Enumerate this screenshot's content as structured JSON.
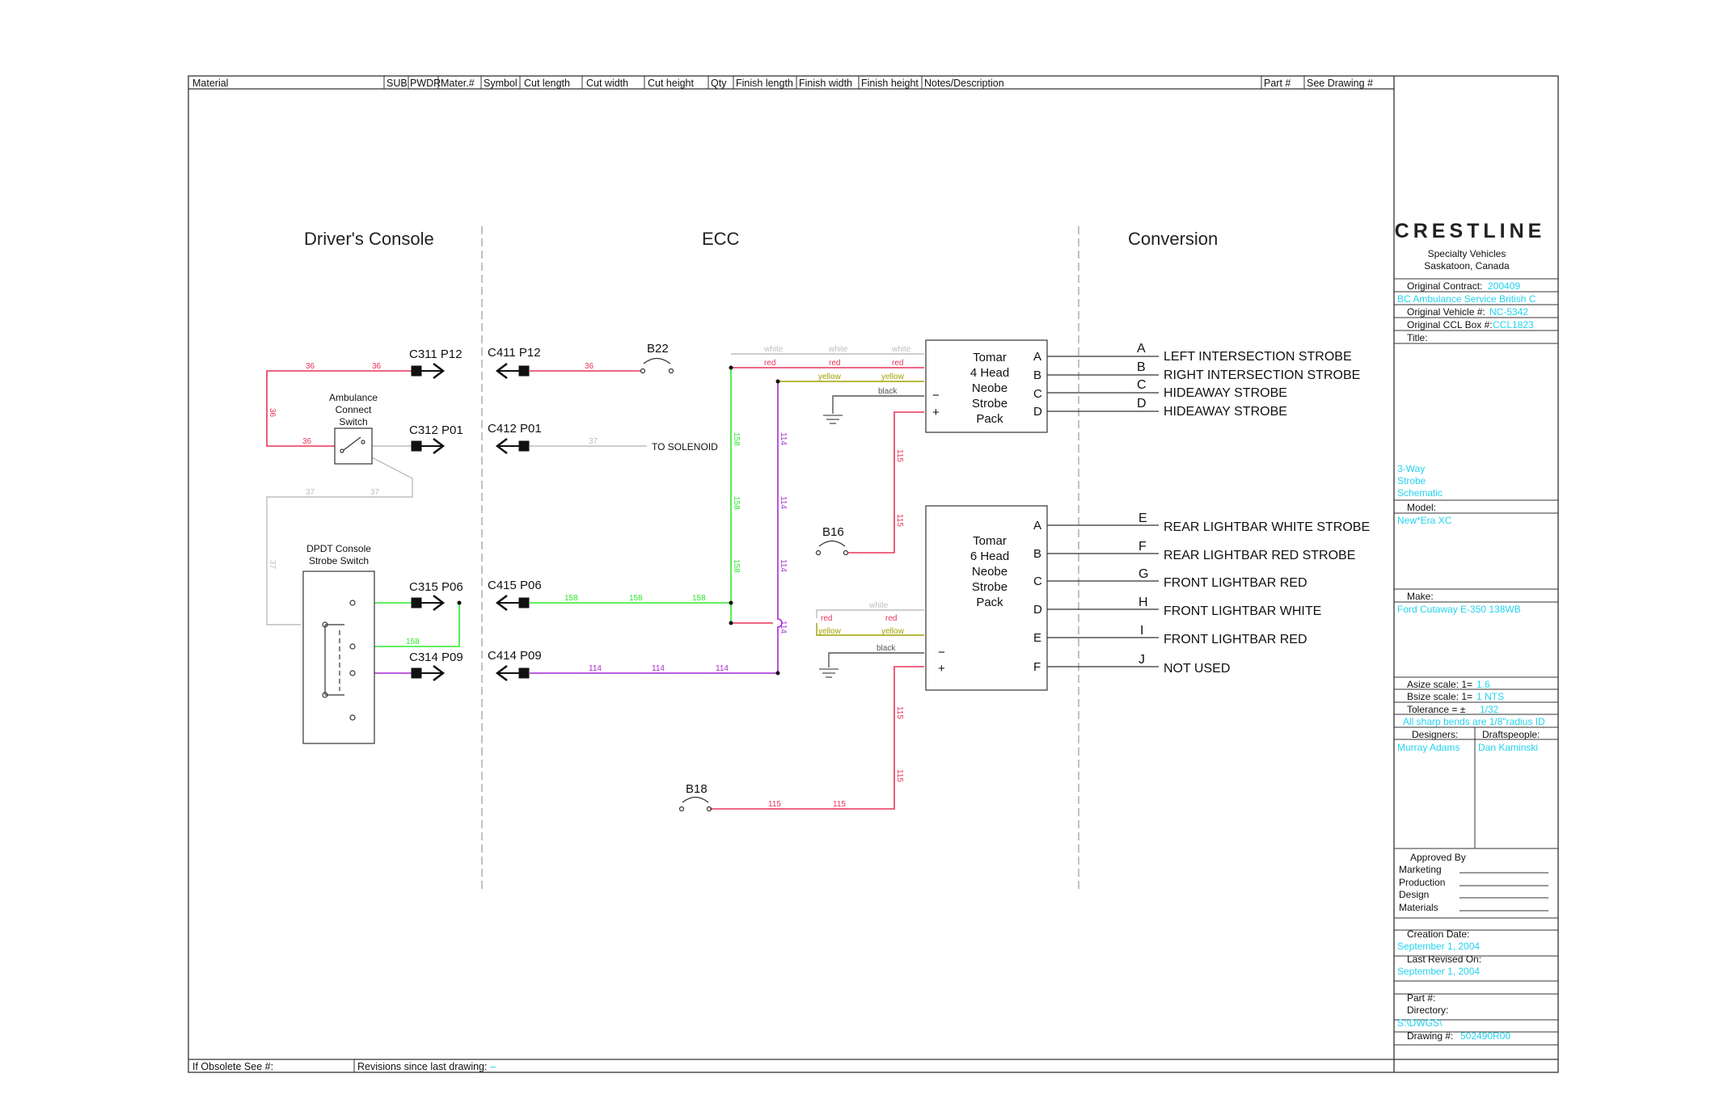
{
  "header": {
    "columns": [
      "Material",
      "SUB",
      "PWDR",
      "Mater.#",
      "Symbol",
      "Cut length",
      "Cut width",
      "Cut height",
      "Qty",
      "Finish length",
      "Finish width",
      "Finish height",
      "Notes/Description",
      "Part #",
      "See Drawing #"
    ]
  },
  "footer": {
    "obsolete_label": "If Obsolete See #:",
    "revisions_label": "Revisions since last drawing:",
    "revisions_value": "–"
  },
  "sections": {
    "drivers_console": "Driver's Console",
    "ecc": "ECC",
    "conversion": "Conversion"
  },
  "connectors": {
    "c311": "C311 P12",
    "c411": "C411 P12",
    "c312": "C312 P01",
    "c412": "C412 P01",
    "c315": "C315 P06",
    "c415": "C415 P06",
    "c314": "C314 P09",
    "c414": "C414 P09"
  },
  "components": {
    "ambulance_switch": [
      "Ambulance",
      "Connect",
      "Switch"
    ],
    "dpdt_switch": [
      "DPDT Console",
      "Strobe Switch"
    ],
    "to_solenoid": "TO SOLENOID",
    "b22": "B22",
    "b16": "B16",
    "b18": "B18"
  },
  "wire_labels": {
    "w36": "36",
    "w37": "37",
    "w158": "158",
    "w114": "114",
    "w115": "115",
    "white": "white",
    "red": "red",
    "yellow": "yellow",
    "black": "black"
  },
  "colors": {
    "wire_red": "#e8335a",
    "wire_green": "#2ee82e",
    "wire_purple": "#a62ad4",
    "wire_gray": "#bdbdbd",
    "wire_yellow": "#a0a000",
    "info_cyan": "#22d3ee"
  },
  "pack1": {
    "lines": [
      "Tomar",
      "4 Head",
      "Neobe",
      "Strobe",
      "Pack"
    ],
    "pins": [
      "A",
      "B",
      "C",
      "D"
    ],
    "minus": "−",
    "plus": "+",
    "outputs": [
      {
        "letter": "A",
        "label": "LEFT INTERSECTION STROBE"
      },
      {
        "letter": "B",
        "label": "RIGHT INTERSECTION STROBE"
      },
      {
        "letter": "C",
        "label": "HIDEAWAY STROBE"
      },
      {
        "letter": "D",
        "label": "HIDEAWAY STROBE"
      }
    ]
  },
  "pack2": {
    "lines": [
      "Tomar",
      "6 Head",
      "Neobe",
      "Strobe",
      "Pack"
    ],
    "pins": [
      "A",
      "B",
      "C",
      "D",
      "E",
      "F"
    ],
    "minus": "−",
    "plus": "+",
    "outputs": [
      {
        "letter": "E",
        "label": "REAR LIGHTBAR WHITE STROBE"
      },
      {
        "letter": "F",
        "label": "REAR LIGHTBAR RED STROBE"
      },
      {
        "letter": "G",
        "label": "FRONT LIGHTBAR RED"
      },
      {
        "letter": "H",
        "label": "FRONT LIGHTBAR WHITE"
      },
      {
        "letter": "I",
        "label": "FRONT LIGHTBAR RED"
      },
      {
        "letter": "J",
        "label": "NOT USED"
      }
    ]
  },
  "titleblock": {
    "logo": "CRESTLINE",
    "company": "Specialty Vehicles",
    "city": "Saskatoon, Canada",
    "orig_contract_label": "Original Contract:",
    "orig_contract_value": "200409",
    "customer": "BC Ambulance Service British C",
    "orig_vehicle_label": "Original Vehicle #:",
    "orig_vehicle_value": "NC-5342",
    "orig_ccl_label": "Original CCL Box #:",
    "orig_ccl_value": "CCL1823",
    "title_label": "Title:",
    "title_lines": [
      "3-Way",
      "Strobe",
      "Schematic"
    ],
    "model_label": "Model:",
    "model_value": "New*Era XC",
    "make_label": "Make:",
    "make_value": "Ford Cutaway E-350 138WB",
    "asize_label": "Asize scale: 1=",
    "asize_value": "1.6",
    "bsize_label": "Bsize scale: 1=",
    "bsize_value": "1  NTS",
    "tolerance_label": "Tolerance = ±",
    "tolerance_value": "1/32",
    "bends_note": "All sharp bends are 1/8\"radius ID",
    "designers_label": "Designers:",
    "draftspeople_label": "Draftspeople:",
    "designer": "Murray Adams",
    "draftsperson": "Dan Kaminski",
    "approved_label": "Approved By",
    "approvers": [
      "Marketing",
      "Production",
      "Design",
      "Materials"
    ],
    "creation_label": "Creation Date:",
    "creation_value": "September 1, 2004",
    "revised_label": "Last Revised On:",
    "revised_value": "September 1, 2004",
    "part_label": "Part #:",
    "directory_label": "Directory:",
    "directory_value": "S:\\DWGS\\",
    "drawing_label": "Drawing #:",
    "drawing_value": "502490R00"
  }
}
